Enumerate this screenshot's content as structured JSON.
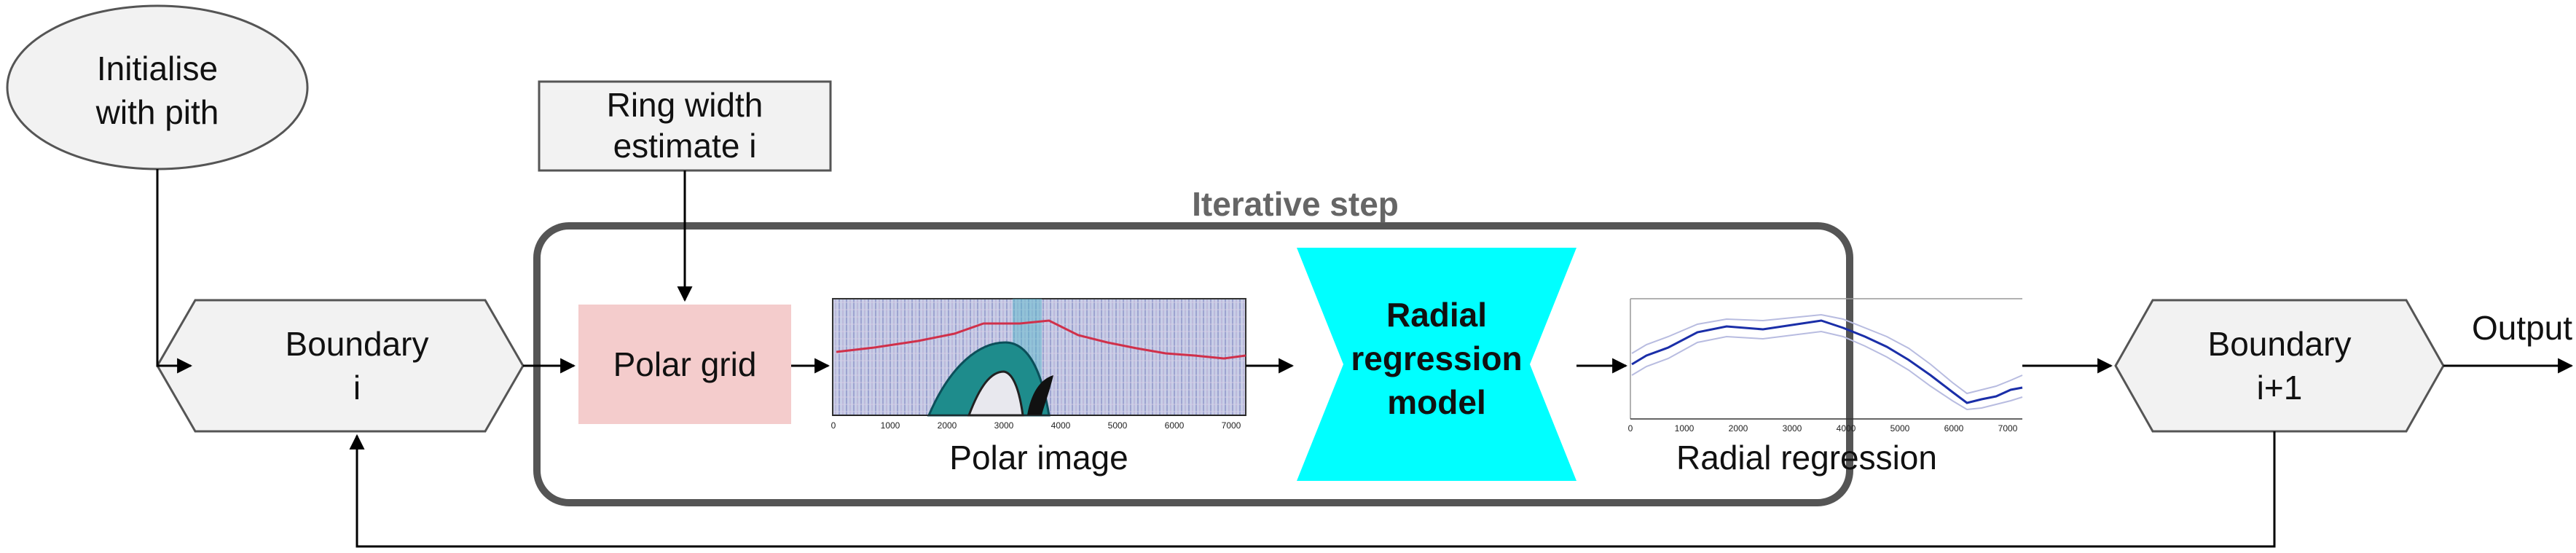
{
  "nodes": {
    "init": {
      "line1": "Initialise",
      "line2": "with pith"
    },
    "ring_width": {
      "line1": "Ring width",
      "line2": "estimate i"
    },
    "boundary_i": {
      "line1": "Boundary",
      "line2": "i"
    },
    "polar_grid": {
      "label": "Polar grid"
    },
    "model": {
      "line1": "Radial",
      "line2": "regression",
      "line3": "model"
    },
    "boundary_next": {
      "line1": "Boundary",
      "line2": "i+1"
    },
    "output": {
      "label": "Output"
    }
  },
  "iterative_step": {
    "label": "Iterative step"
  },
  "polar_image": {
    "caption": "Polar image",
    "x_ticks": [
      "0",
      "1000",
      "2000",
      "3000",
      "4000",
      "5000",
      "6000",
      "7000"
    ]
  },
  "radial_regression": {
    "caption": "Radial regression",
    "x_ticks": [
      "0",
      "1000",
      "2000",
      "3000",
      "4000",
      "5000",
      "6000",
      "7000"
    ]
  },
  "colors": {
    "node_fill": "#f2f2f2",
    "node_stroke": "#555555",
    "polar_grid_fill": "#f4cccc",
    "model_fill": "#00ffff",
    "frame_stroke": "#555555",
    "frame_label": "#666666",
    "trace_red": "#d0304a",
    "trace_blue": "#1a2ea8"
  }
}
